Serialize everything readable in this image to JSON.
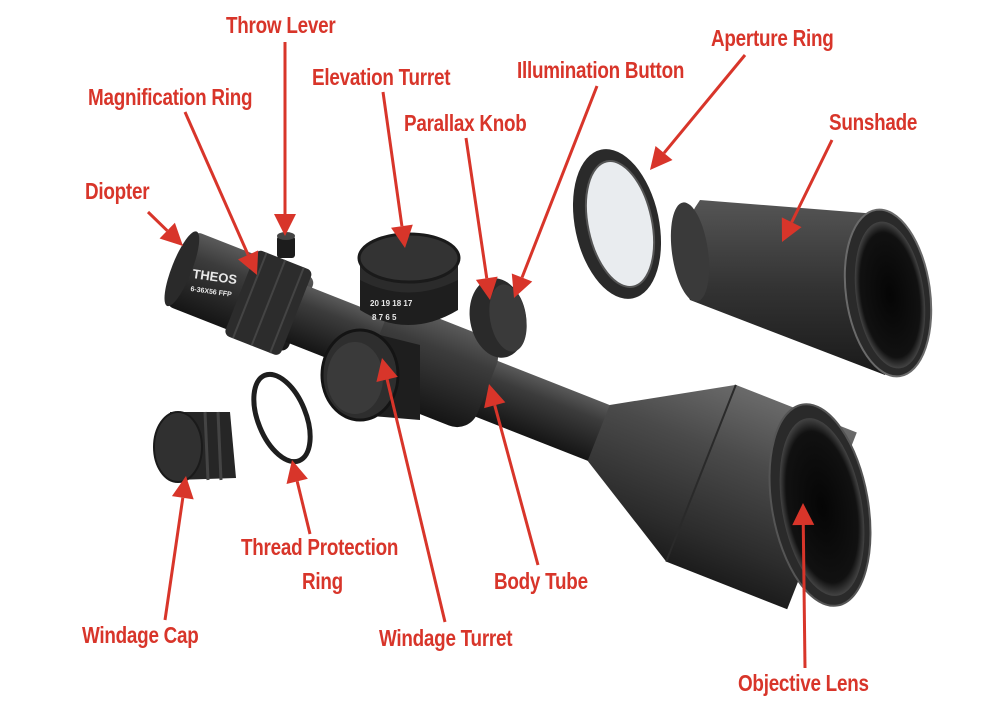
{
  "title": "Riflescope parts diagram",
  "product_marking": {
    "brand": "THEOS",
    "model": "6-36X56 FFP"
  },
  "accent_color": "#d8352a",
  "labels": {
    "throw_lever": "Throw Lever",
    "magnification_ring": "Magnification Ring",
    "elevation_turret": "Elevation Turret",
    "illumination_button": "Illumination Button",
    "aperture_ring": "Aperture Ring",
    "parallax_knob": "Parallax Knob",
    "sunshade": "Sunshade",
    "diopter": "Diopter",
    "thread_protection_ring_line1": "Thread Protection",
    "thread_protection_ring_line2": "Ring",
    "body_tube": "Body Tube",
    "windage_cap": "Windage Cap",
    "windage_turret": "Windage Turret",
    "objective_lens": "Objective Lens"
  }
}
